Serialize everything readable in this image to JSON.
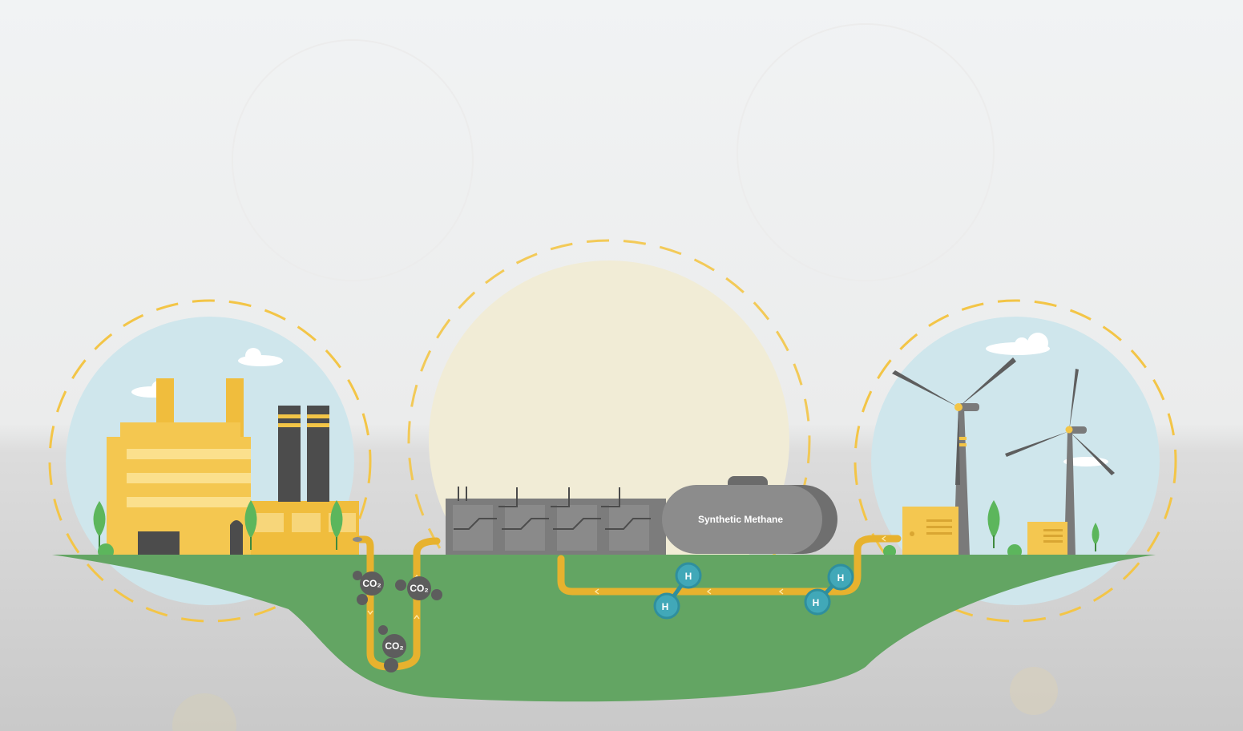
{
  "tank": {
    "label": "Synthetic Methane"
  },
  "molecules": {
    "co2": "CO₂",
    "hydrogen": "H"
  },
  "colors": {
    "sky_top": "#f1f3f4",
    "ground_band": "#d2d2d2",
    "ground": "#63a563",
    "accent_yellow": "#f3c547",
    "pipe": "#e7b22e",
    "factory": "#f4c750",
    "chimney_dark": "#4c4c4c",
    "machine_gray": "#7c7c7c",
    "tank_gray": "#8c8c8c",
    "hydrogen": "#41a8b8",
    "co2": "#5d5d5d",
    "tree": "#5cb65c",
    "bubble_left": "#cfe6ec",
    "bubble_center": "#f1ecd6",
    "bubble_right": "#cfe6ec"
  }
}
